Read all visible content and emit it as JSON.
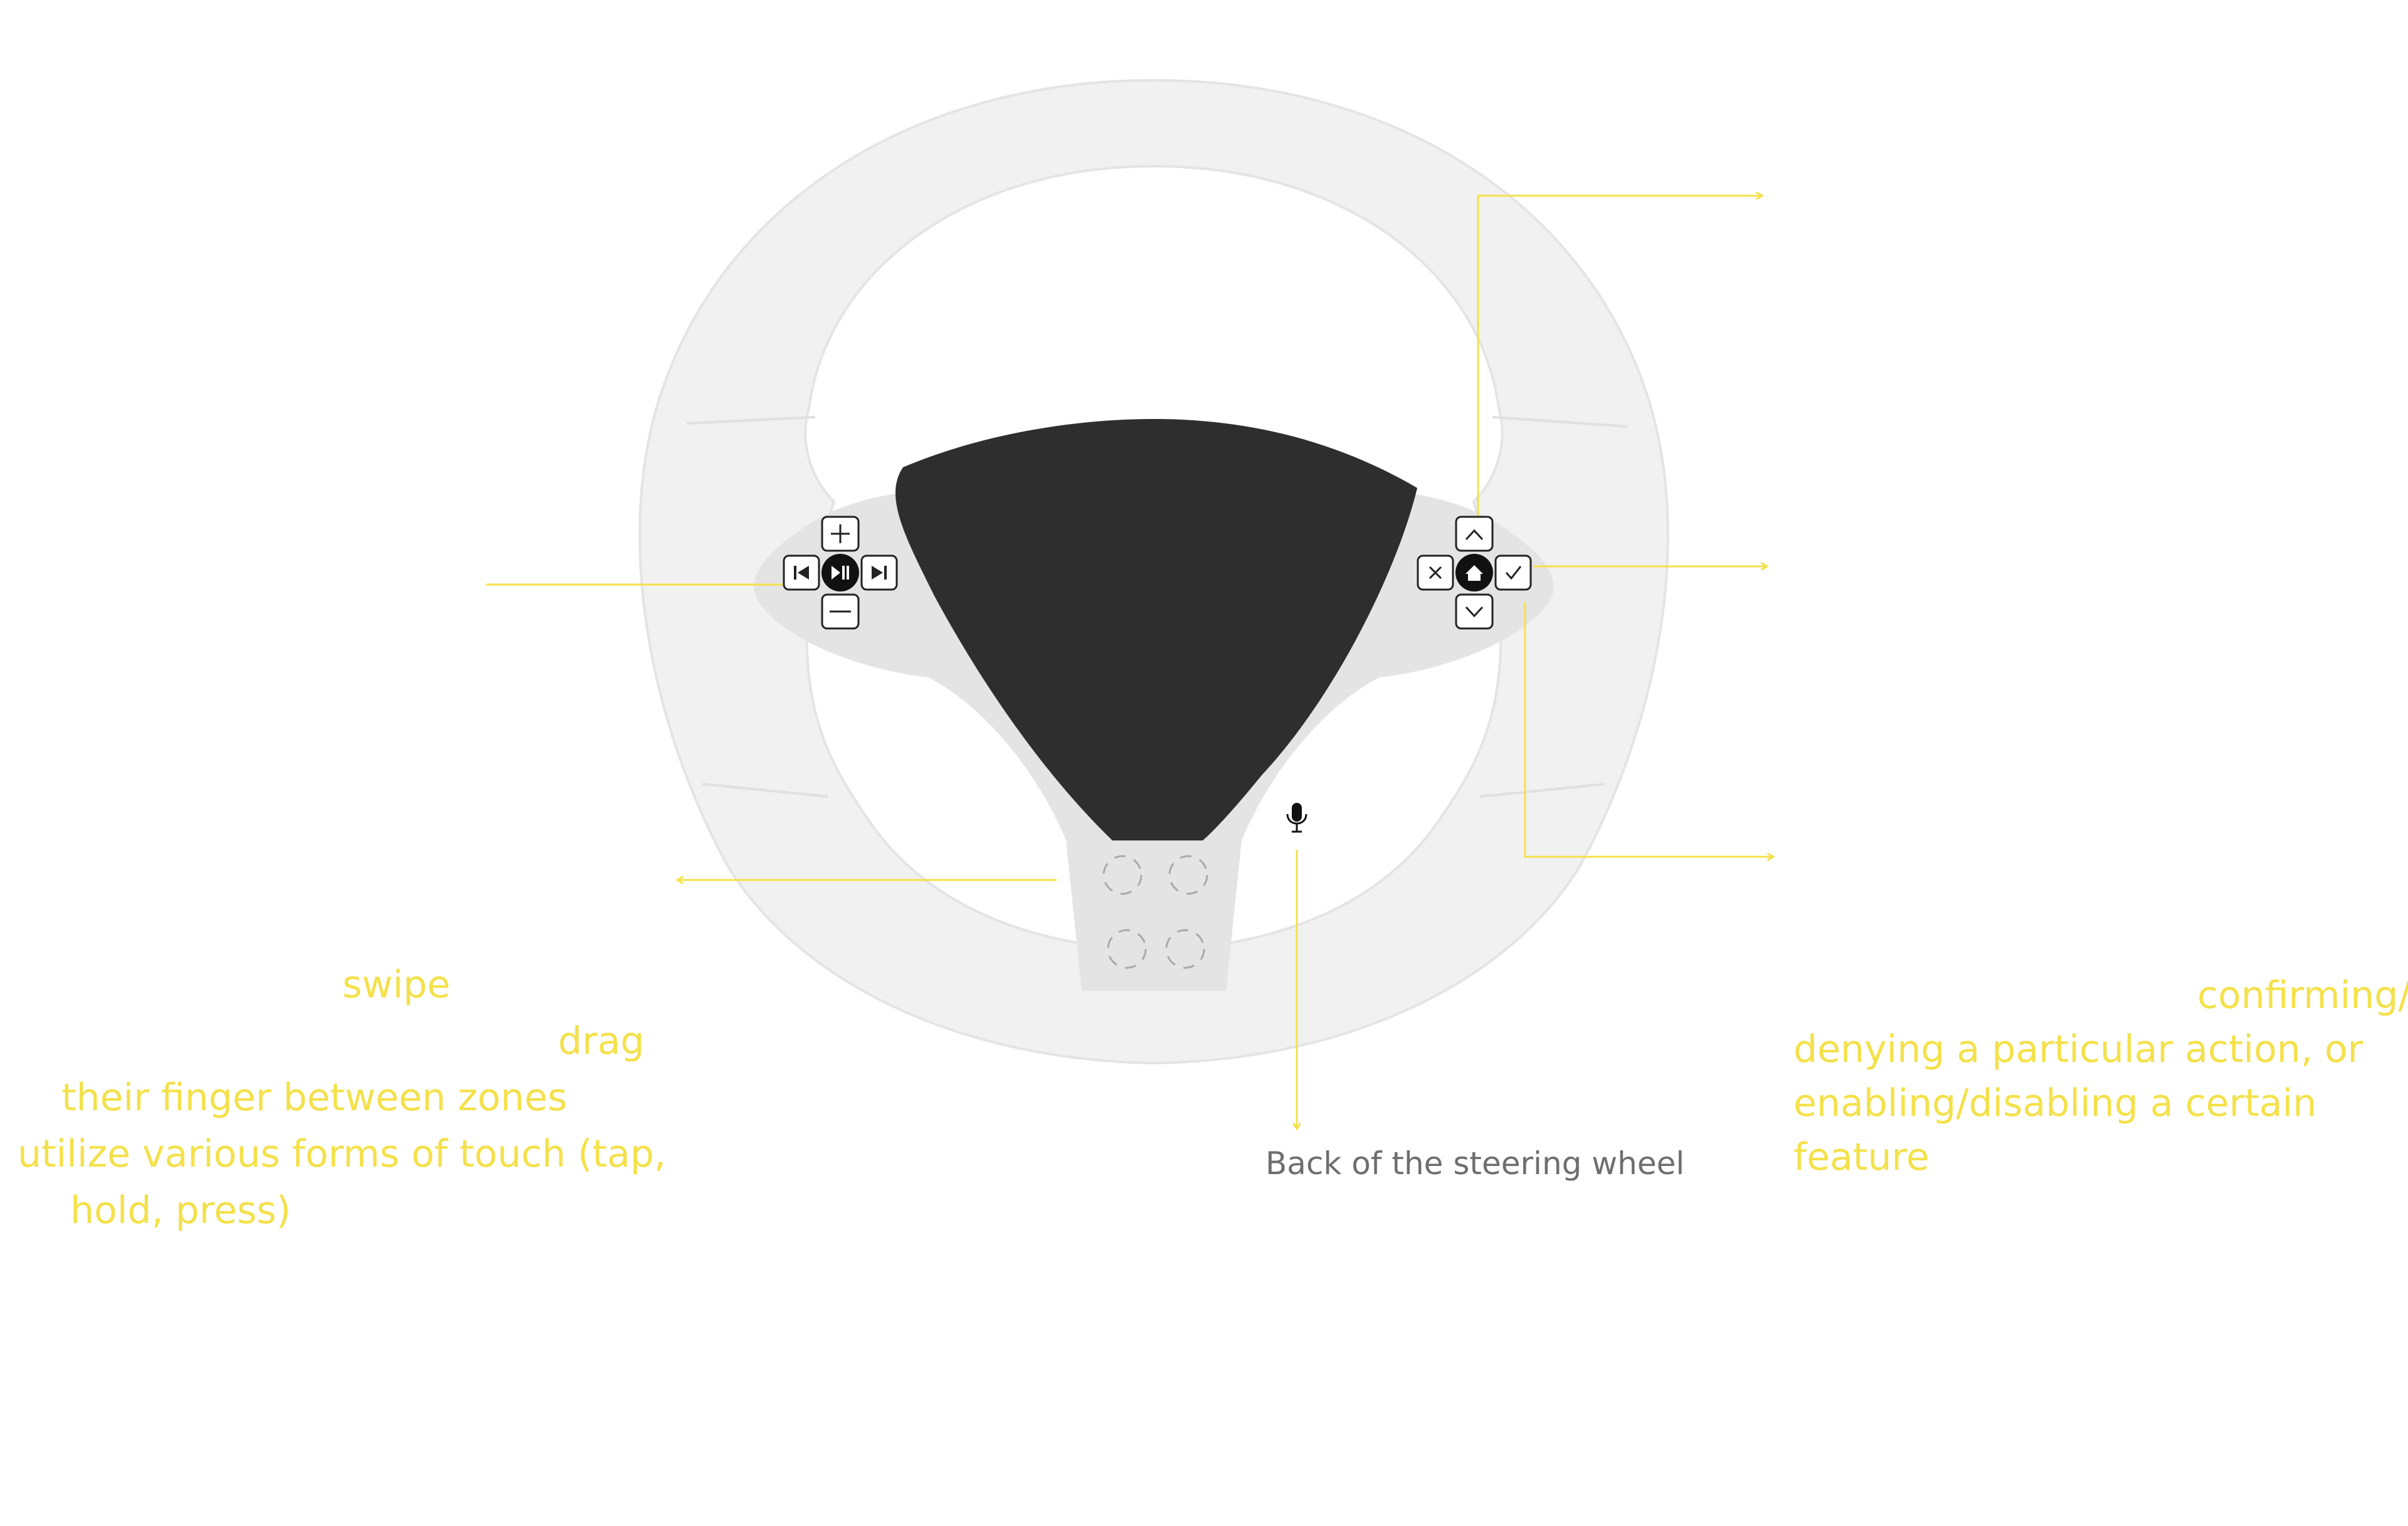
{
  "annotations": {
    "left": {
      "swipe": "swipe",
      "drag": "drag",
      "zones": "their finger between zones",
      "touch": "utilize various forms of touch (tap,",
      "hold": "hold, press)"
    },
    "right": {
      "line1": "confirming/",
      "line2": "denying a particular action, or",
      "line3": "enabling/disabling a certain",
      "line4": "feature"
    },
    "back_of_wheel": "Back of the steering wheel"
  },
  "left_controls": {
    "up": "volume-up-icon",
    "down": "volume-down-icon",
    "left": "previous-track-icon",
    "right": "next-track-icon",
    "center": "play-pause-icon"
  },
  "right_controls": {
    "up": "chevron-up-icon",
    "down": "chevron-down-icon",
    "left": "close-icon",
    "right": "check-icon",
    "center": "home-icon"
  },
  "voice": "microphone-icon",
  "colors": {
    "accent_yellow": "#f4e14a",
    "airbag": "#2e2e2e",
    "wheel": "#f1f1f1",
    "spoke": "#e3e3e3",
    "caption_gray": "#6e6e6e"
  }
}
